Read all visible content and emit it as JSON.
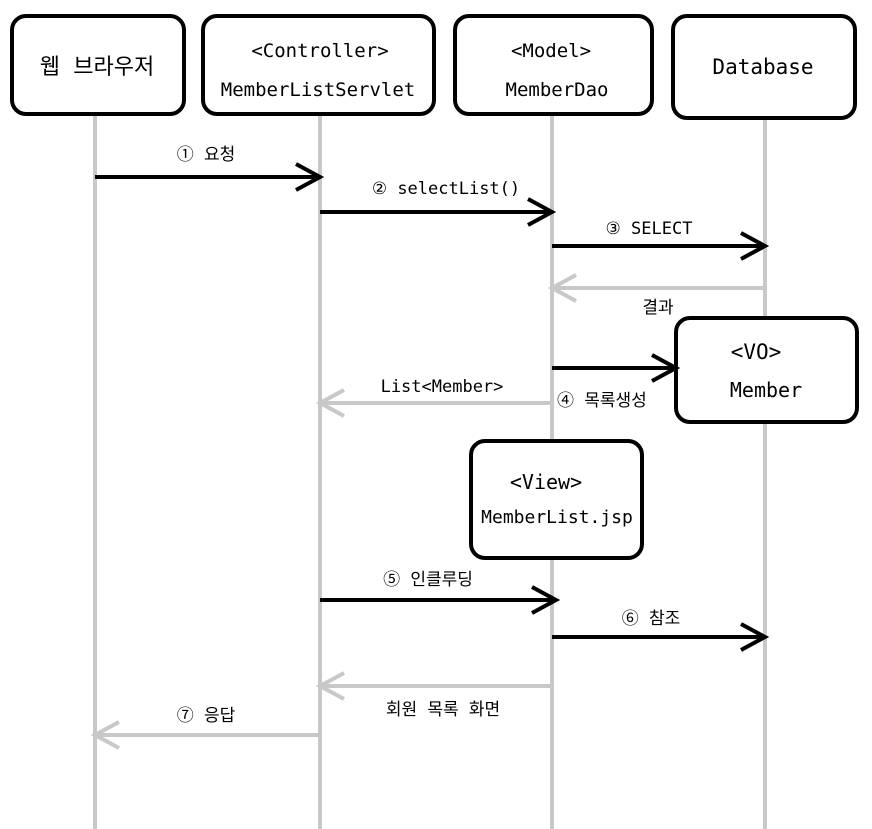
{
  "participants": {
    "browser": {
      "title": "웹 브라우저"
    },
    "controller": {
      "stereotype": "<Controller>",
      "name": "MemberListServlet"
    },
    "model": {
      "stereotype": "<Model>",
      "name": "MemberDao"
    },
    "database": {
      "title": "Database"
    },
    "vo": {
      "stereotype": "<VO>",
      "name": "Member"
    },
    "view": {
      "stereotype": "<View>",
      "name": "MemberList.jsp"
    }
  },
  "messages": {
    "m1": "① 요청",
    "m2": "② selectList()",
    "m3": "③ SELECT",
    "m3r": "결과",
    "m4": "④ 목록생성",
    "m4r": "List<Member>",
    "m5": "⑤ 인클루딩",
    "m6": "⑥ 참조",
    "m6r": "회원 목록 화면",
    "m7": "⑦ 응답"
  },
  "colors": {
    "call_arrow": "#000000",
    "return_arrow": "#c8c8c8",
    "lifeline": "#c8c8c8",
    "box_border": "#000000"
  }
}
